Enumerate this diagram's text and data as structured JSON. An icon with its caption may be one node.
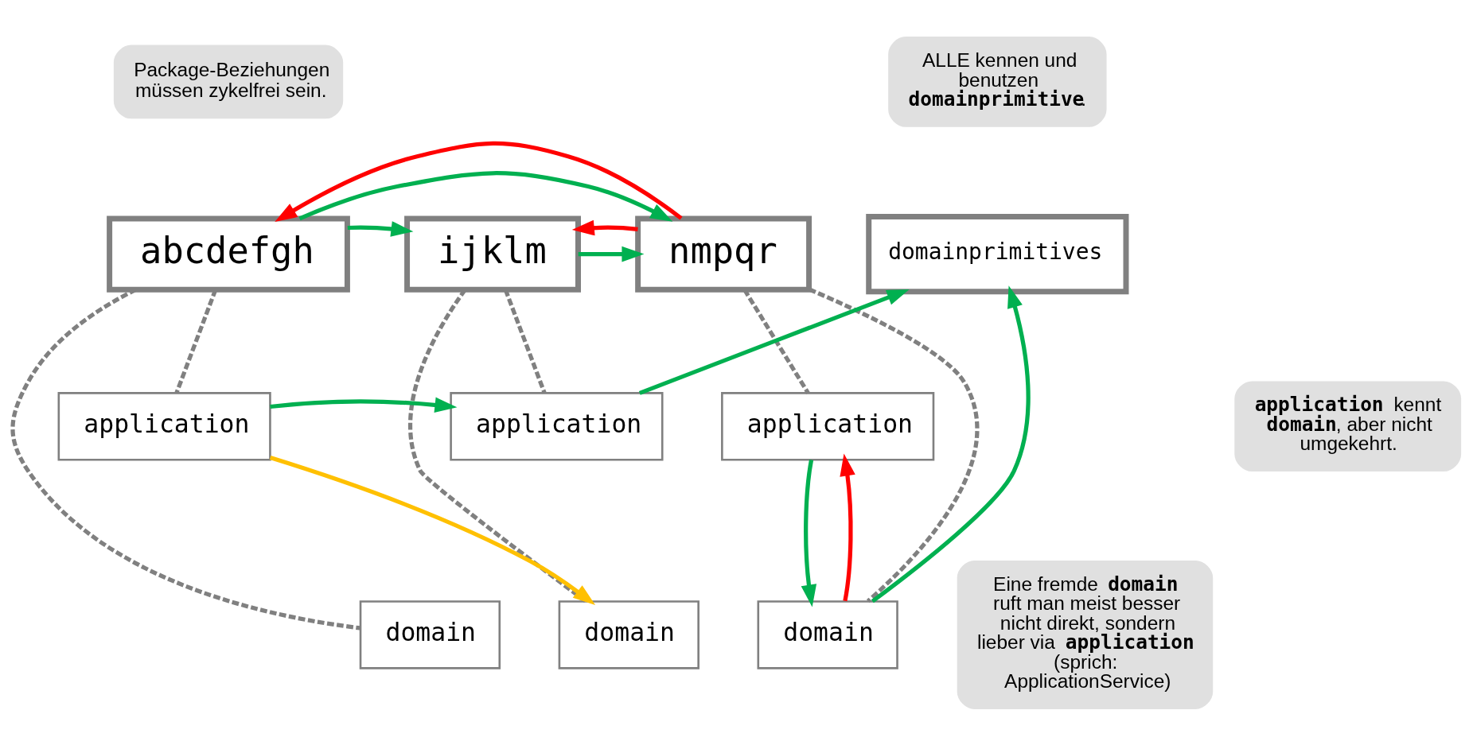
{
  "diagram": {
    "nodes": [
      {
        "text": [
          "abcdefgh"
        ]
      },
      {
        "text": [
          "ijklm"
        ]
      },
      {
        "text": [
          "nmpqr"
        ]
      },
      {
        "text": [
          "domainprimitives"
        ]
      },
      {
        "text": [
          "application"
        ]
      },
      {
        "text": [
          "domain"
        ]
      },
      {
        "text": [
          "application"
        ]
      },
      {
        "text": [
          "domain"
        ]
      },
      {
        "text": [
          "application"
        ]
      },
      {
        "text": [
          "domain"
        ]
      },
      {
        "text": [
          "Package-Beziehungen müssen zykelfrei sein."
        ]
      },
      {
        "text": [
          "ALLE kennen und benutzen **domainprimitive**."
        ]
      },
      {
        "text": [
          "**application** kennt **domain**, aber nicht umgekehrt."
        ]
      },
      {
        "text": [
          "Eine fremde **domain** ruft man meist besser nicht direkt, sondern lieber via **application** (sprich: ApplicationService)"
        ]
      }
    ],
    "edges": [
      {
        "from": 0,
        "to": 1,
        "arrow": "to"
      },
      {
        "from": 0,
        "to": 2,
        "arrow": "to"
      },
      {
        "from": 2,
        "to": 0,
        "arrow": "to",
        "color": "#ff0000"
      },
      {
        "from": 1,
        "to": 2,
        "arrow": "to"
      },
      {
        "from": 2,
        "to": 1,
        "arrow": "to",
        "color": "#ff0000"
      },
      {
        "from": 0,
        "to": 4,
        "arrow": "none",
        "style": "dashed",
        "color": "#808080"
      },
      {
        "from": 0,
        "to": 5,
        "arrow": "none",
        "style": "dashed",
        "color": "#808080"
      },
      {
        "from": 1,
        "to": 6,
        "arrow": "none",
        "style": "dashed",
        "color": "#808080"
      },
      {
        "from": 1,
        "to": 7,
        "arrow": "none",
        "style": "dashed",
        "color": "#808080"
      },
      {
        "from": 2,
        "to": 8,
        "arrow": "none",
        "style": "dashed",
        "color": "#808080"
      },
      {
        "from": 2,
        "to": 9,
        "arrow": "none",
        "style": "dashed",
        "color": "#808080"
      },
      {
        "from": 4,
        "to": 6,
        "arrow": "to"
      },
      {
        "from": 4,
        "to": 7,
        "arrow": "to",
        "color": "#ffc000"
      },
      {
        "from": 6,
        "to": 3,
        "arrow": "to"
      },
      {
        "from": 9,
        "to": 3,
        "arrow": "to"
      },
      {
        "from": 9,
        "to": 8,
        "arrow": "to",
        "color": "#ff0000"
      },
      {
        "from": 8,
        "to": 9,
        "arrow": "to"
      }
    ]
  }
}
